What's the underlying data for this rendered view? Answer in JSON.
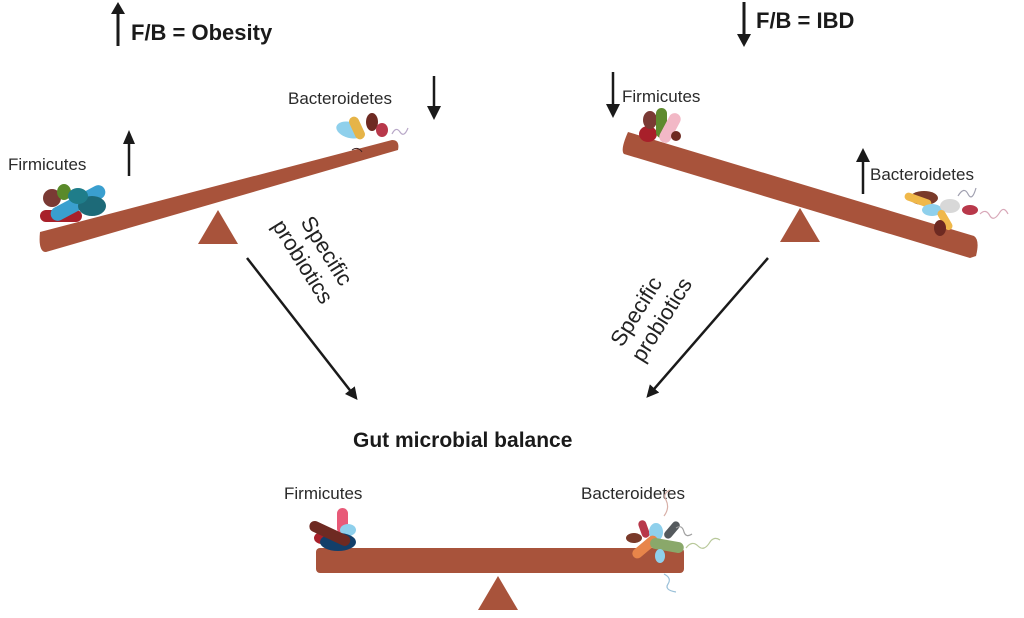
{
  "colors": {
    "beam": "#a8533b",
    "arrow": "#1a1a1a",
    "text": "#222222"
  },
  "left_panel": {
    "heading_arrow": "up-arrow",
    "heading": "F/B = Obesity",
    "firmicutes_label": "Firmicutes",
    "firmicutes_trend": "up",
    "bacteroidetes_label": "Bacteroidetes",
    "bacteroidetes_trend": "down",
    "arrow_label_line1": "Specific",
    "arrow_label_line2": "probiotics"
  },
  "right_panel": {
    "heading_arrow": "down-arrow",
    "heading": "F/B = IBD",
    "firmicutes_label": "Firmicutes",
    "firmicutes_trend": "down",
    "bacteroidetes_label": "Bacteroidetes",
    "bacteroidetes_trend": "up",
    "arrow_label_line1": "Specific",
    "arrow_label_line2": "probiotics"
  },
  "bottom_panel": {
    "heading": "Gut microbial balance",
    "firmicutes_label": "Firmicutes",
    "bacteroidetes_label": "Bacteroidetes"
  }
}
